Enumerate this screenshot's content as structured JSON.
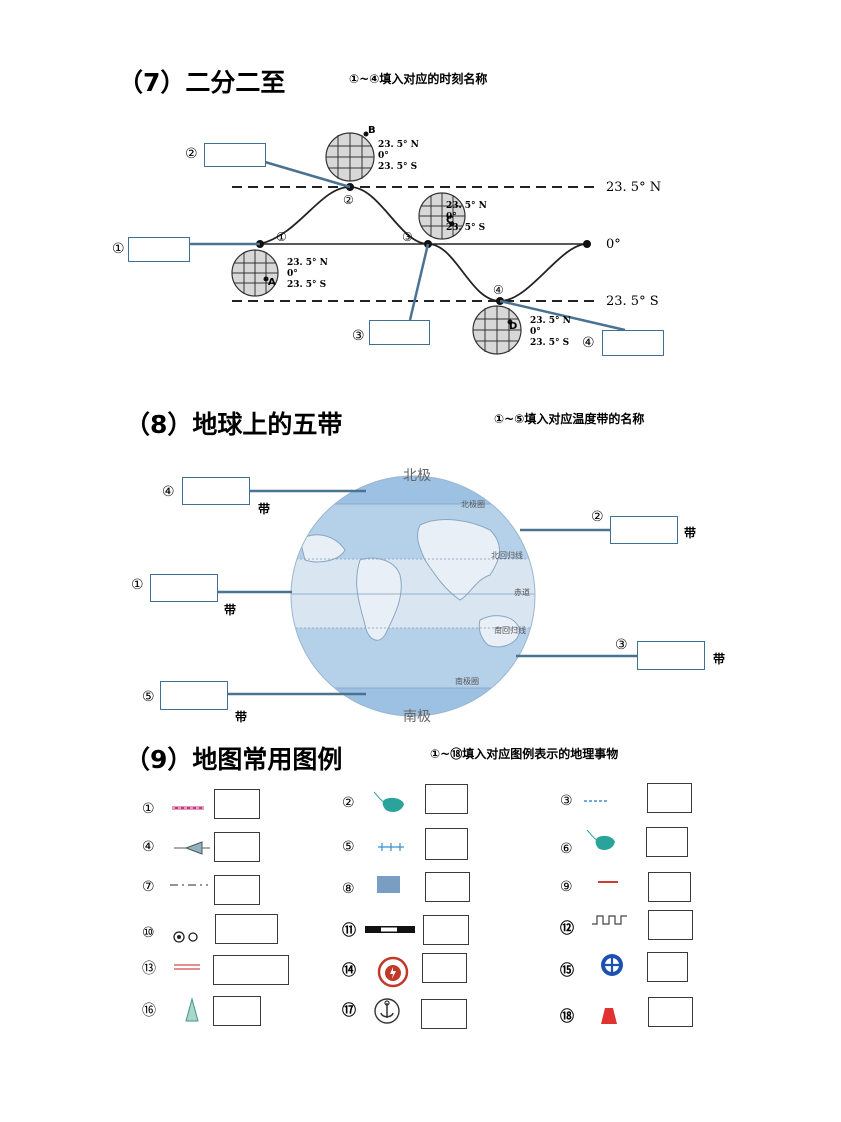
{
  "sec7": {
    "title": "（7）二分二至",
    "instruction": "①~④填入对应的时刻名称",
    "markers": [
      "①",
      "②",
      "③",
      "④"
    ],
    "lat_labels": {
      "north": "23. 5° N",
      "equator": "0°",
      "south": "23. 5° S"
    },
    "globe_lines": [
      "23. 5° N",
      "0°",
      "23. 5° S"
    ],
    "point_labels": [
      "A",
      "B",
      "C",
      "D"
    ]
  },
  "sec8": {
    "title": "（8）地球上的五带",
    "instruction": "①~⑤填入对应温度带的名称",
    "markers": [
      "①",
      "②",
      "③",
      "④",
      "⑤"
    ],
    "suffix": "带",
    "globe": {
      "north_pole": "北极",
      "south_pole": "南极",
      "arctic_circle": "北极圈",
      "tropic_cancer": "北回归线",
      "equator": "赤道",
      "tropic_capricorn": "南回归线",
      "antarctic_circle": "南极圈"
    }
  },
  "sec9": {
    "title": "（9）地图常用图例",
    "instruction": "①~⑱填入对应图例表示的地理事物",
    "legend": [
      {
        "no": "①",
        "icon": "railway-icon"
      },
      {
        "no": "②",
        "icon": "lake-river-icon"
      },
      {
        "no": "③",
        "icon": "boundary-dash-icon"
      },
      {
        "no": "④",
        "icon": "river-source-icon"
      },
      {
        "no": "⑤",
        "icon": "canal-icon"
      },
      {
        "no": "⑥",
        "icon": "reservoir-icon"
      },
      {
        "no": "⑦",
        "icon": "dash-dot-boundary-icon"
      },
      {
        "no": "⑧",
        "icon": "salt-lake-icon"
      },
      {
        "no": "⑨",
        "icon": "road-red-icon"
      },
      {
        "no": "⑩",
        "icon": "capital-city-icon"
      },
      {
        "no": "⑪",
        "icon": "railway-black-icon"
      },
      {
        "no": "⑫",
        "icon": "great-wall-icon"
      },
      {
        "no": "⑬",
        "icon": "highway-icon"
      },
      {
        "no": "⑭",
        "icon": "oil-field-icon"
      },
      {
        "no": "⑮",
        "icon": "hydropower-icon"
      },
      {
        "no": "⑯",
        "icon": "mountain-peak-icon"
      },
      {
        "no": "⑰",
        "icon": "port-icon"
      },
      {
        "no": "⑱",
        "icon": "pass-icon"
      }
    ]
  },
  "colors": {
    "connector": "#4a7392",
    "globe_blue": "#9cc0e2",
    "globe_pale": "#d9e6f2",
    "accent_red": "#d23a3a",
    "teal": "#2aa39a"
  }
}
